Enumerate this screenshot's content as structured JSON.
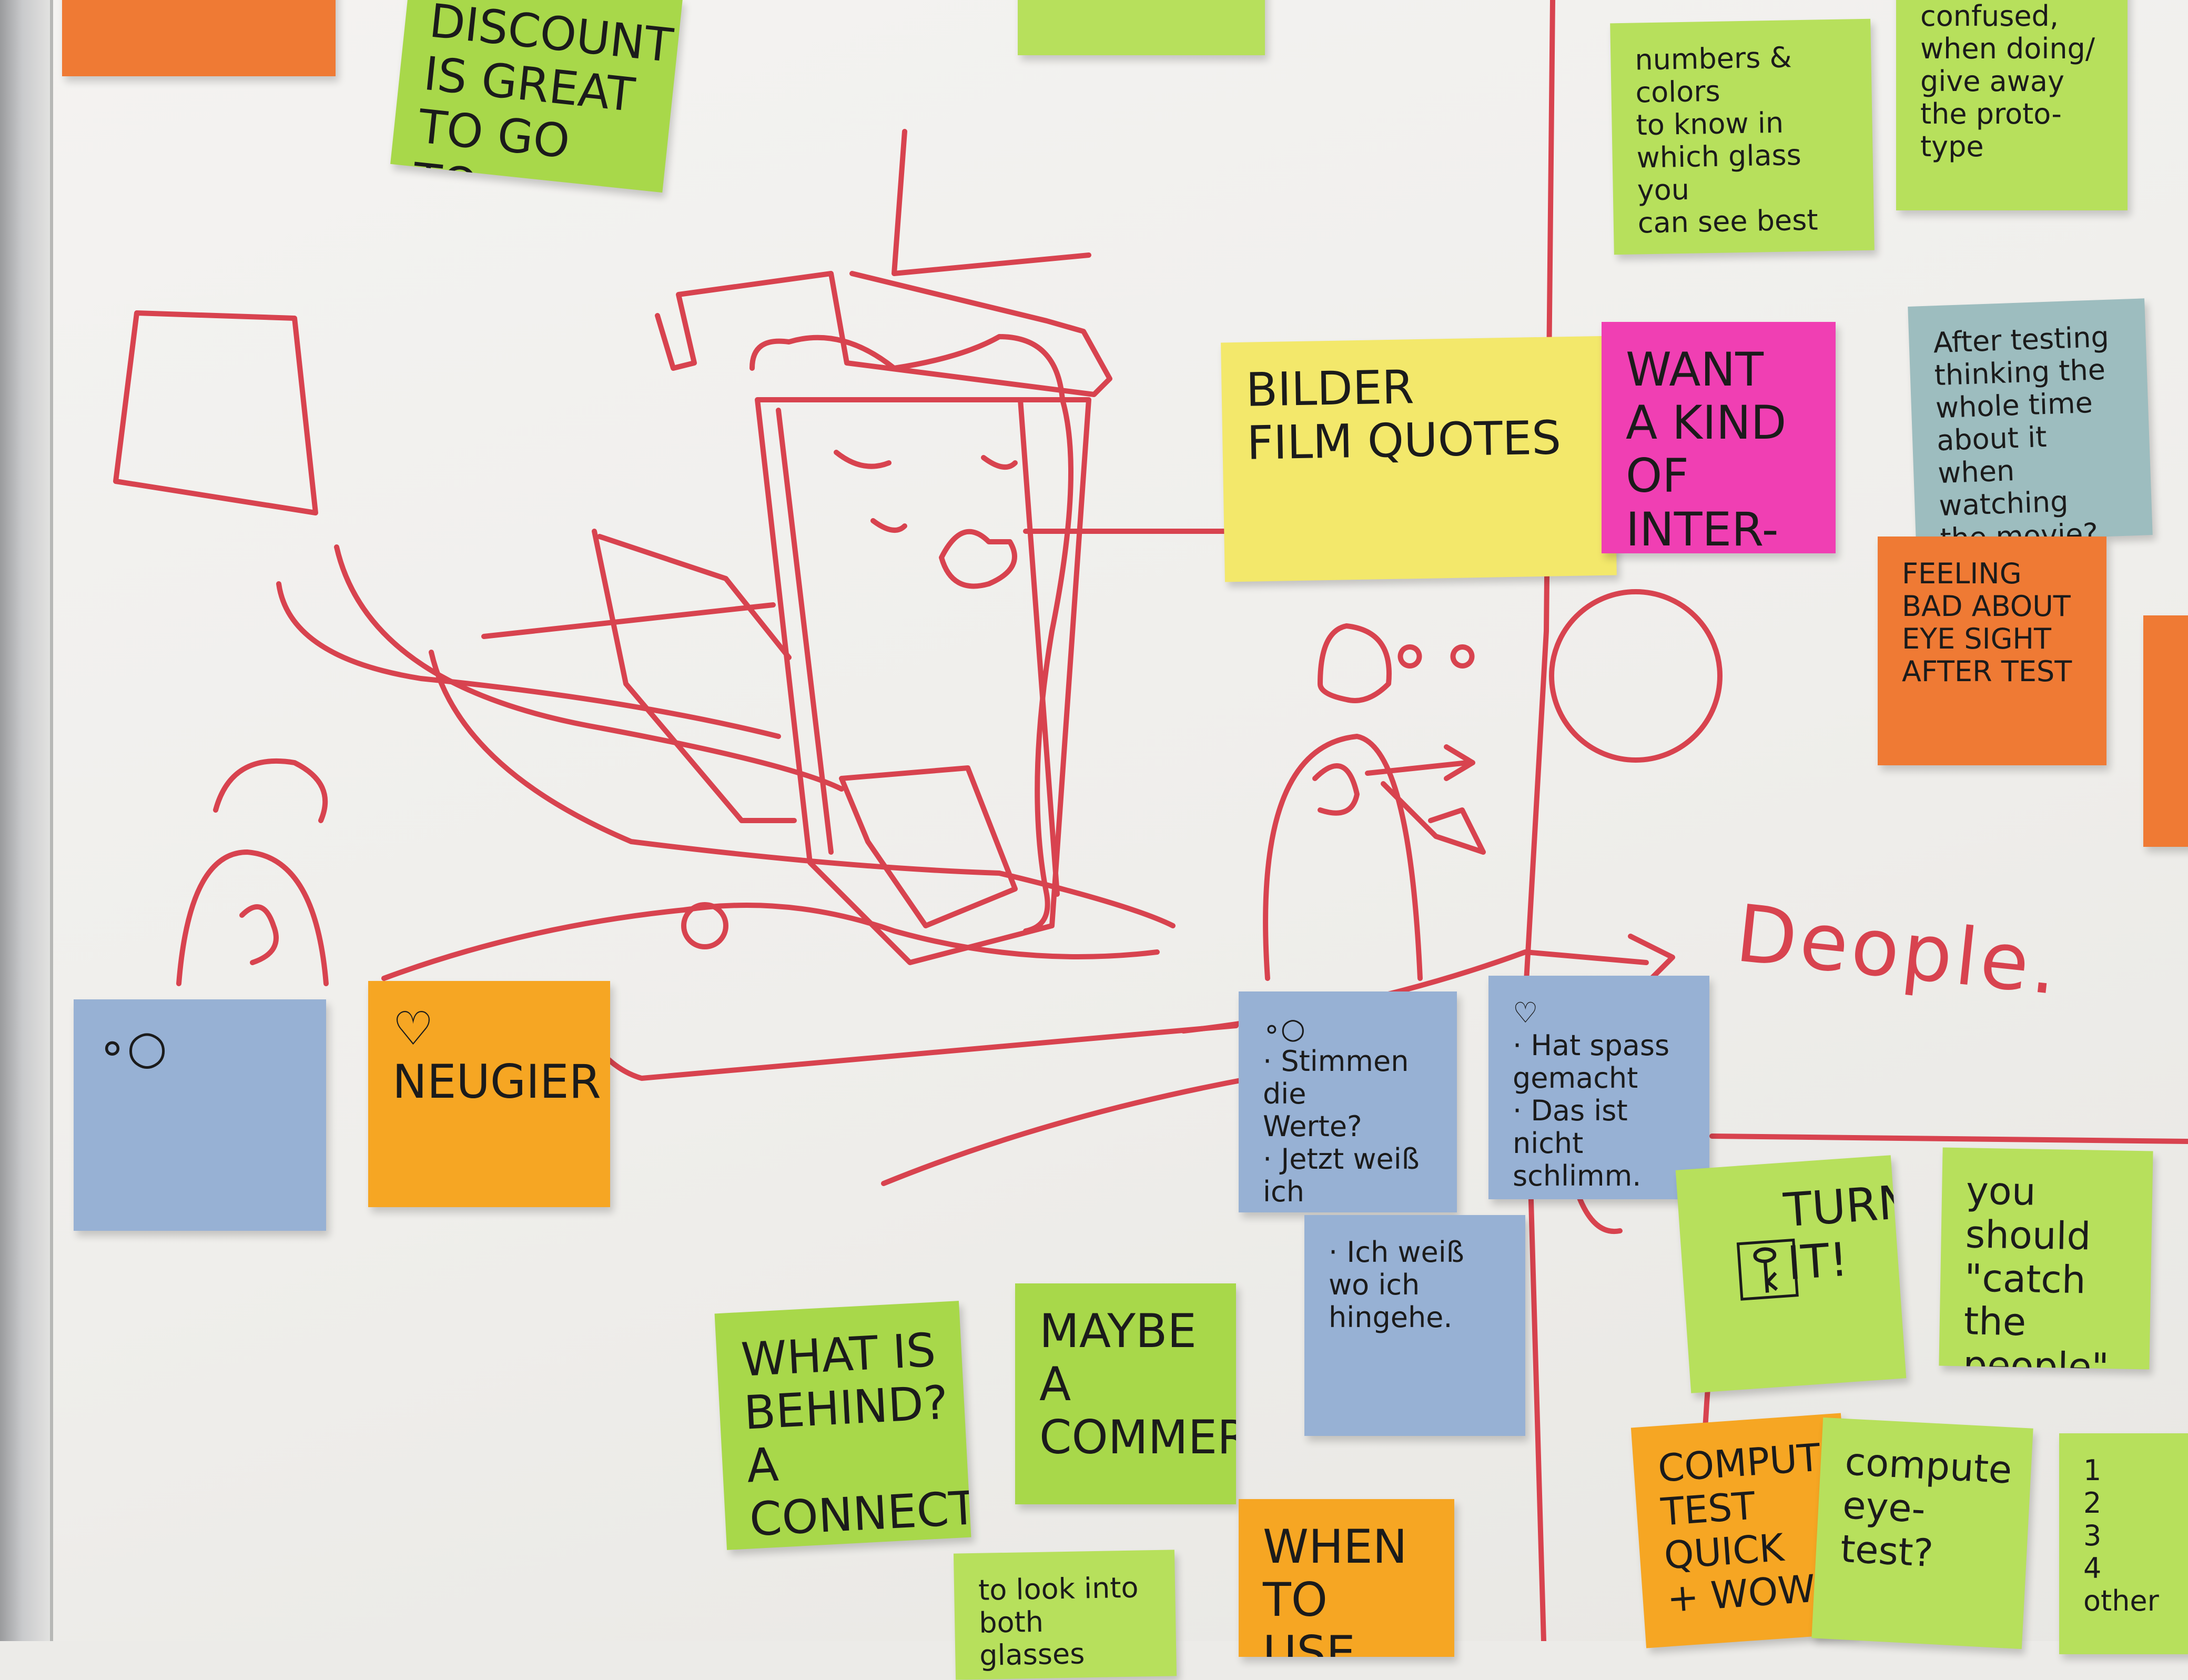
{
  "notes": {
    "top_orange": "",
    "discount": "DISCOUNT\nIS GREAT\nTO GO TO STORE",
    "top_mid_green": "",
    "numbers_colors": "numbers & colors\nto know in\nwhich glass you\ncan see best",
    "confused": "confused,\nwhen doing/\ngive away\nthe proto-\ntype",
    "bilder": "BILDER\nFILM QUOTES",
    "want_interaction": "WANT\nA KIND\nOF INTER-\nACTION",
    "after_testing": "After testing\nthinking the\nwhole time\nabout it\nwhen watching\nthe movie?",
    "feeling_bad": "FEELING\nBAD ABOUT\nEYE SIGHT\nAFTER TEST",
    "left_blue": "∘○",
    "neugier": "♡\nNEUGIER",
    "stimmen": "∘○\n· Stimmen die\n  Werte?\n· Jetzt weiß ich\n  mehr",
    "hat_spass": "♡\n· Hat spass gemacht\n· Das ist nicht\n  schlimm.",
    "ich_weiss": "· Ich weiß wo ich\n  hingehe.",
    "turn_it": "TURN\nIT!",
    "catch_people": "you should\n\"catch the\npeople\"",
    "what_behind": "WHAT IS\nBEHIND?\nA CONNECTION\nTO CINEMA",
    "commercial": "MAYBE\nA\nCOMMERCIAL",
    "look_glasses": "to look into\nboth glasses",
    "when_use": "WHEN\nTO\nUSE IT?",
    "computer_test": "COMPUTER\nTEST\nQUICK\n+ WOW",
    "compute_eye": "compute\neye-test?",
    "numbers_list": "1\n2\n3\n4\nother"
  },
  "board": {
    "people_label": "Deople.",
    "ink_color": "#d8434f",
    "board_color": "#efeeeb"
  }
}
